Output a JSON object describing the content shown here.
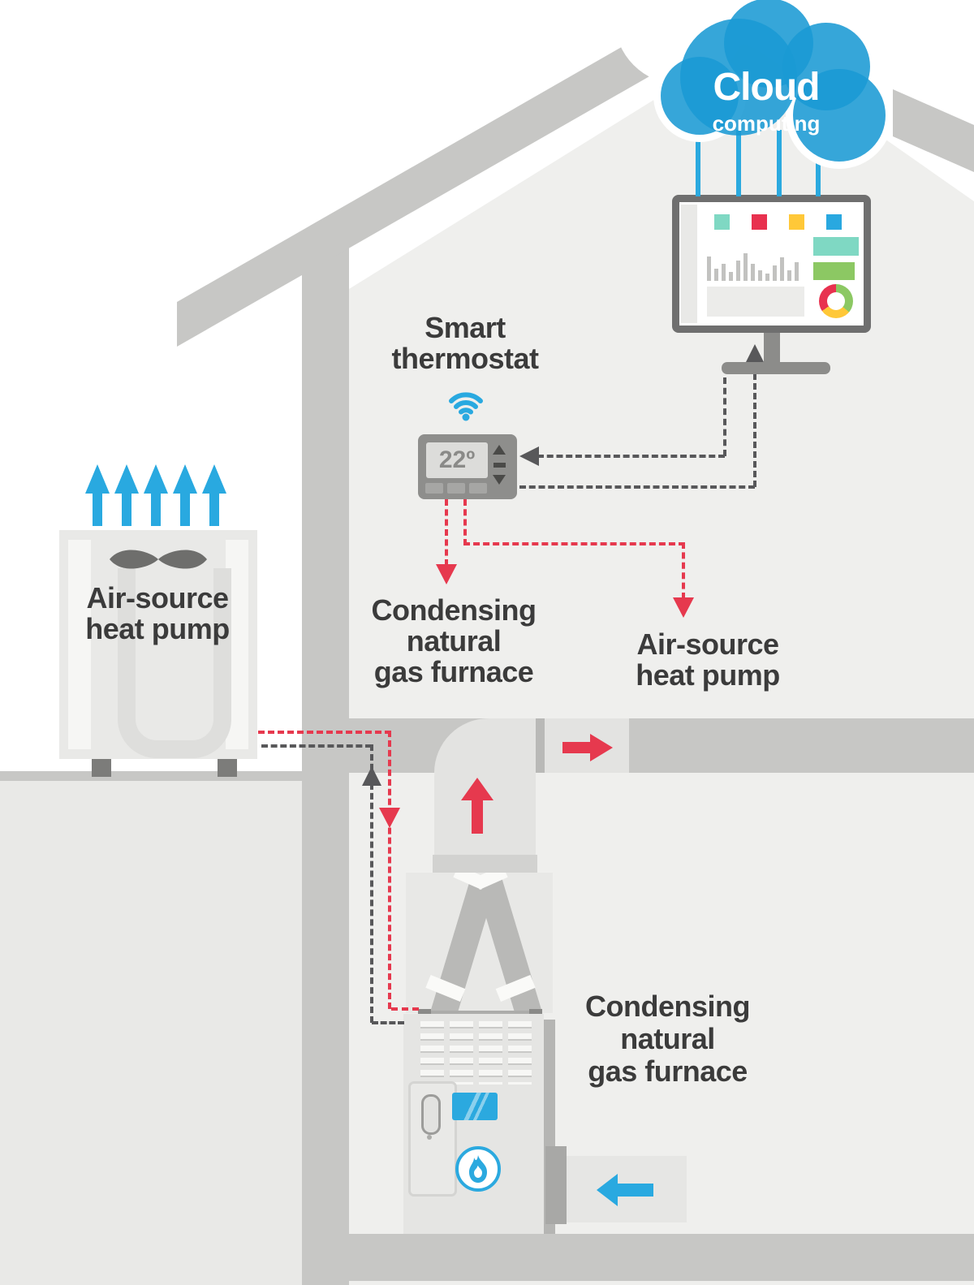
{
  "colors": {
    "blue": "#29A9E0",
    "red": "#E6394E",
    "charcoal": "#3B3B3B",
    "structure_gray": "#C7C7C5",
    "dash_gray": "#58585A",
    "interior_gray": "#EFEFED",
    "teal": "#7FD8C3",
    "green": "#8CC863",
    "yellow": "#FFC838",
    "square_red": "#E8314F",
    "square_blue": "#29A8E0"
  },
  "cloud": {
    "title": "Cloud",
    "subtitle": "computing"
  },
  "smart_thermostat": {
    "label_line1": "Smart",
    "label_line2": "thermostat",
    "temperature": "22º"
  },
  "monitor": {
    "bars": [
      30,
      15,
      21,
      11,
      25,
      34,
      21,
      13,
      9,
      19,
      29,
      13,
      23
    ],
    "squares": [
      "#7FD8C3",
      "#E8314F",
      "#FFC838",
      "#29A8E0"
    ],
    "side_panels": [
      "#7FD8C3",
      "#8CC863"
    ],
    "donut_segments": [
      "#8CC863",
      "#FFC838",
      "#E8314F"
    ]
  },
  "labels": {
    "condensing_mid": [
      "Condensing",
      "natural",
      "gas furnace"
    ],
    "airsource_mid": [
      "Air-source",
      "heat pump"
    ],
    "airsource_unit": [
      "Air-source",
      "heat pump"
    ],
    "condensing_basement": [
      "Condensing",
      "natural",
      "gas furnace"
    ]
  }
}
